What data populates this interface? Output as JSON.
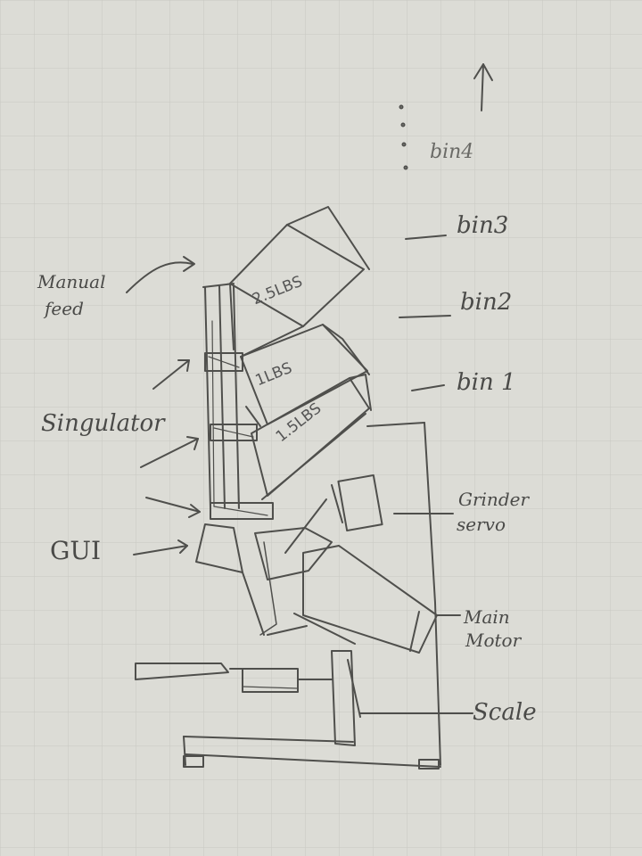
{
  "labels": {
    "bin4": "bin4",
    "bin3": "bin3",
    "bin2": "bin2",
    "bin1": "bin 1",
    "manual_feed_line1": "Manual",
    "manual_feed_line2": "feed",
    "singulator": "Singulator",
    "gui": "GUI",
    "grinder_line1": "Grinder",
    "grinder_line2": "servo",
    "main_motor_line1": "Main",
    "main_motor_line2": "Motor",
    "scale": "Scale"
  },
  "bin_weights": {
    "top": "2.5LBS",
    "middle": "1LBS",
    "bottom": "1.5LBS"
  },
  "colors": {
    "paper": "#dcdcd6",
    "grid": "#c8c8c2",
    "pencil": "#4f4f4c"
  }
}
